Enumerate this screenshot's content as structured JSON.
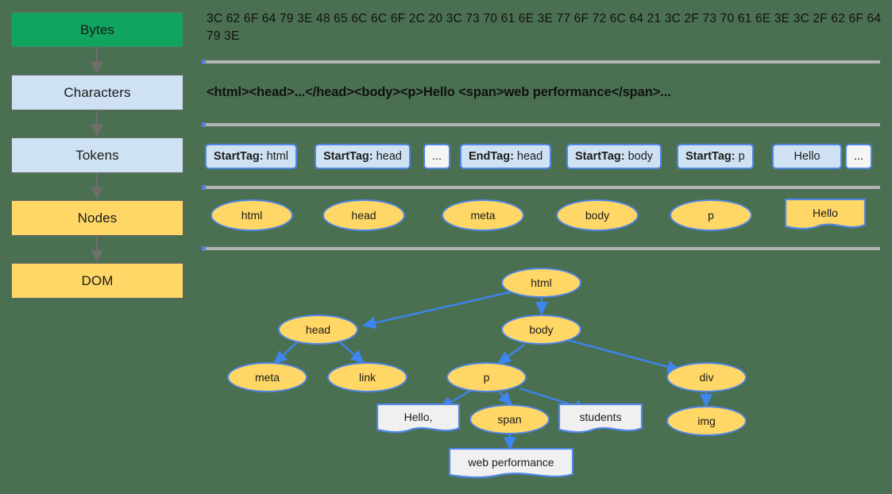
{
  "background_color": "#4a7051",
  "palette": {
    "green": "#10a45e",
    "light_blue": "#cfe2f3",
    "yellow": "#ffd766",
    "node_border_blue": "#4f86e8",
    "text_node_fill": "#f0f0f0",
    "separator_gray": "#b0b4b2",
    "pipeline_arrow_gray": "#6e6e6e"
  },
  "pipeline": {
    "stages": [
      {
        "label": "Bytes",
        "fill": "green"
      },
      {
        "label": "Characters",
        "fill": "blue"
      },
      {
        "label": "Tokens",
        "fill": "blue"
      },
      {
        "label": "Nodes",
        "fill": "yellow"
      },
      {
        "label": "DOM",
        "fill": "yellow"
      }
    ]
  },
  "bytes_row": {
    "hex": "3C 62 6F 64 79 3E 48 65 6C 6C 6F 2C 20 3C 73 70 61 6E 3E 77 6F 72 6C 64 21 3C 2F 73 70 61 6E 3E 3C 2F 62 6F 64 79 3E"
  },
  "characters_row": {
    "markup": "<html><head>...</head><body><p>Hello <span>web performance</span>..."
  },
  "tokens_row": {
    "tokens": [
      {
        "kind": "StartTag:",
        "value": "html",
        "style": "tag"
      },
      {
        "kind": "StartTag:",
        "value": "head",
        "style": "tag"
      },
      {
        "kind": "",
        "value": "...",
        "style": "plain"
      },
      {
        "kind": "EndTag:",
        "value": "head",
        "style": "tag"
      },
      {
        "kind": "StartTag:",
        "value": "body",
        "style": "tag"
      },
      {
        "kind": "StartTag:",
        "value": "p",
        "style": "tag"
      },
      {
        "kind": "",
        "value": "Hello",
        "style": "tag"
      },
      {
        "kind": "",
        "value": "...",
        "style": "plain"
      }
    ]
  },
  "nodes_row": {
    "nodes": [
      {
        "label": "html",
        "shape": "ellipse"
      },
      {
        "label": "head",
        "shape": "ellipse"
      },
      {
        "label": "meta",
        "shape": "ellipse"
      },
      {
        "label": "body",
        "shape": "ellipse"
      },
      {
        "label": "p",
        "shape": "ellipse"
      },
      {
        "label": "Hello",
        "shape": "document"
      }
    ]
  },
  "dom_tree": {
    "nodes": [
      {
        "id": "html",
        "label": "html",
        "shape": "ellipse"
      },
      {
        "id": "head",
        "label": "head",
        "shape": "ellipse"
      },
      {
        "id": "body",
        "label": "body",
        "shape": "ellipse"
      },
      {
        "id": "meta",
        "label": "meta",
        "shape": "ellipse"
      },
      {
        "id": "link",
        "label": "link",
        "shape": "ellipse"
      },
      {
        "id": "p",
        "label": "p",
        "shape": "ellipse"
      },
      {
        "id": "div",
        "label": "div",
        "shape": "ellipse"
      },
      {
        "id": "hello",
        "label": "Hello,",
        "shape": "document"
      },
      {
        "id": "span",
        "label": "span",
        "shape": "ellipse"
      },
      {
        "id": "students",
        "label": "students",
        "shape": "document"
      },
      {
        "id": "img",
        "label": "img",
        "shape": "ellipse"
      },
      {
        "id": "webperf",
        "label": "web performance",
        "shape": "document"
      }
    ],
    "edges": [
      [
        "html",
        "head"
      ],
      [
        "html",
        "body"
      ],
      [
        "head",
        "meta"
      ],
      [
        "head",
        "link"
      ],
      [
        "body",
        "p"
      ],
      [
        "body",
        "div"
      ],
      [
        "p",
        "hello"
      ],
      [
        "p",
        "span"
      ],
      [
        "p",
        "students"
      ],
      [
        "div",
        "img"
      ],
      [
        "span",
        "webperf"
      ]
    ]
  }
}
